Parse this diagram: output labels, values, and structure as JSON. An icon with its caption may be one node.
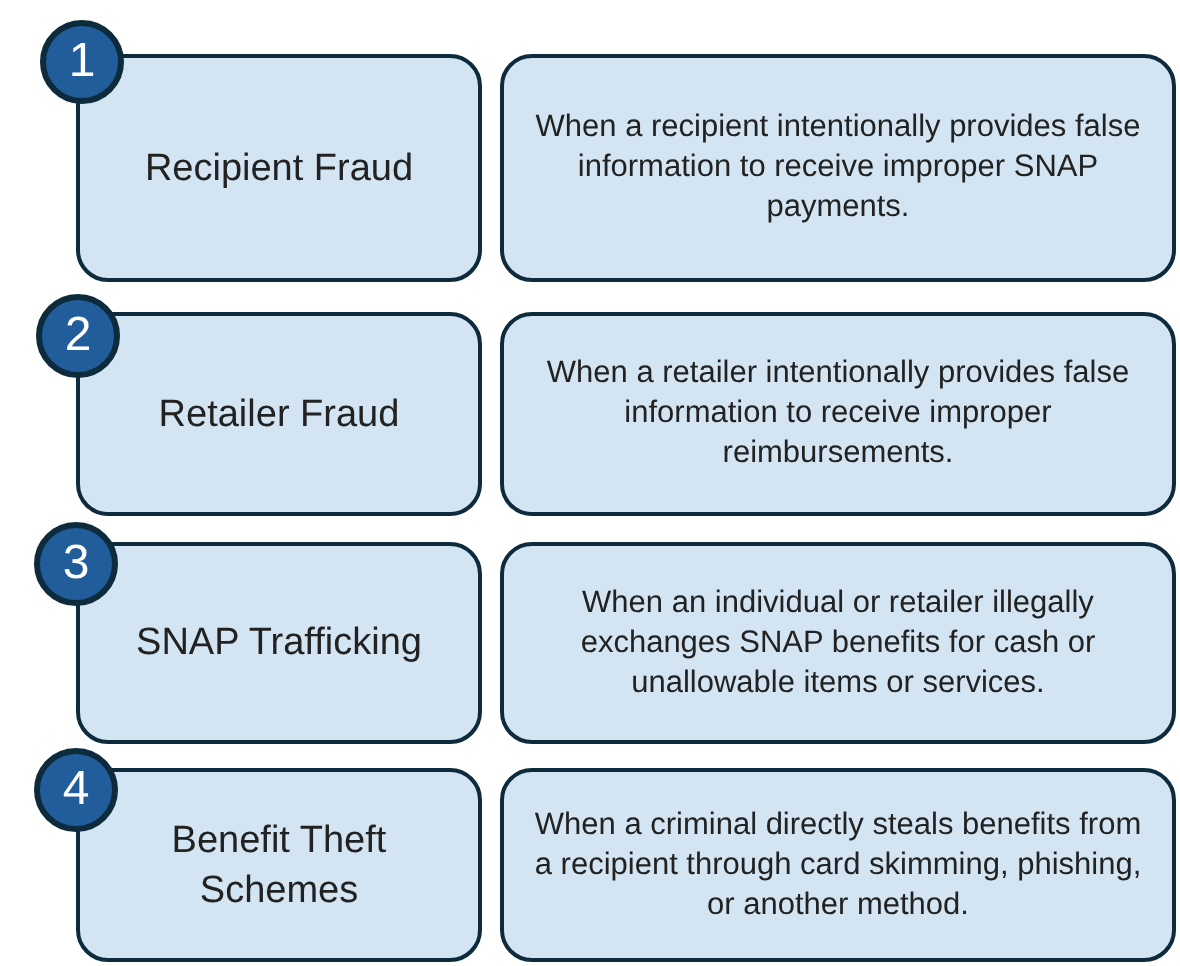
{
  "diagram": {
    "nodes": [
      {
        "text": [
          "1"
        ]
      },
      {
        "text": [
          "Recipient Fraud"
        ]
      },
      {
        "text": [
          "When a recipient intentionally provides false information to receive improper SNAP payments."
        ]
      },
      {
        "text": [
          "2"
        ]
      },
      {
        "text": [
          "Retailer Fraud"
        ]
      },
      {
        "text": [
          "When a retailer intentionally provides false information to receive improper reimbursements."
        ]
      },
      {
        "text": [
          "3"
        ]
      },
      {
        "text": [
          "SNAP Trafficking"
        ]
      },
      {
        "text": [
          "When an individual or retailer illegally exchanges SNAP benefits for cash or unallowable items or services."
        ]
      },
      {
        "text": [
          "4"
        ]
      },
      {
        "text": [
          "Benefit Theft Schemes"
        ]
      },
      {
        "text": [
          "When a criminal directly steals benefits from a recipient through card skimming, phishing, or another method."
        ]
      }
    ]
  }
}
